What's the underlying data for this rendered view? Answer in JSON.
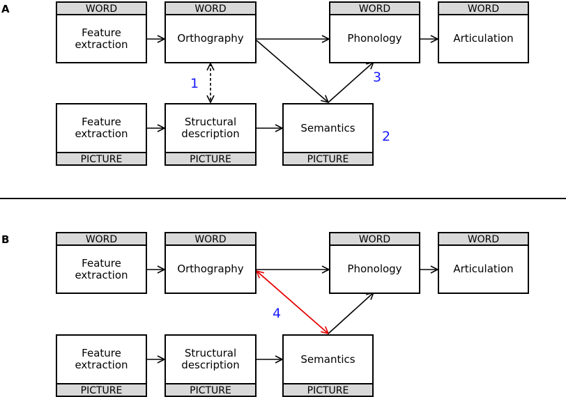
{
  "panel_a": {
    "label": "A",
    "word_tag": "WORD",
    "picture_tag": "PICTURE",
    "word_feature": "Feature\nextraction",
    "orthography": "Orthography",
    "phonology": "Phonology",
    "articulation": "Articulation",
    "picture_feature": "Feature\nextraction",
    "structural": "Structural\ndescription",
    "semantics": "Semantics",
    "number_1": "1",
    "number_2": "2",
    "number_3": "3"
  },
  "panel_b": {
    "label": "B",
    "word_tag": "WORD",
    "picture_tag": "PICTURE",
    "word_feature": "Feature\nextraction",
    "orthography": "Orthography",
    "phonology": "Phonology",
    "articulation": "Articulation",
    "picture_feature": "Feature\nextraction",
    "structural": "Structural\ndescription",
    "semantics": "Semantics",
    "number_4": "4"
  },
  "colors": {
    "number": "#1a1aff",
    "highlight_arrow": "#e60000",
    "tag_fill": "#d9d9d9"
  }
}
